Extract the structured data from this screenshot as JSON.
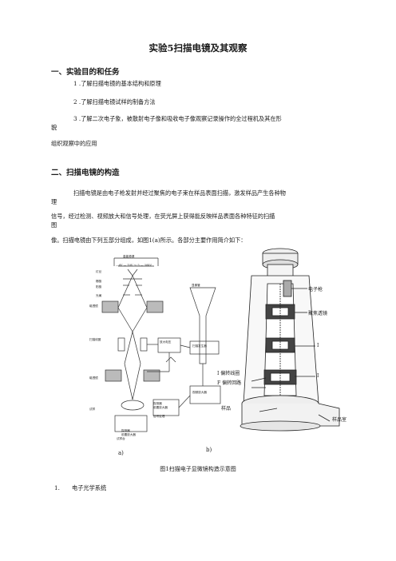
{
  "doc": {
    "title": "实验5扫描电镜及其观察",
    "section1": {
      "heading": "一、实验目的和任务",
      "items": [
        "1 .了解扫描电镜的基本结构和原理",
        "2 .了解扫描电镜试样的制备方法",
        "3 .了解二次电子象，被散射电子像和吸收电子像观察记录操作的全过程机及其在形",
        "貌",
        "组织观察中的应用"
      ]
    },
    "section2": {
      "heading": "二、扫描电镜的构造",
      "para_lines": [
        "扫描电镜是由电子枪发射并经过聚焦的电子束在样品表面扫描，激发样品产生各种物",
        "理",
        "信号，经过检测、视频放大和信号处理，在荧光屏上获得能反映样品表面各种特征的扫描",
        "图",
        "像。扫描电镜由下列五部分组成，如图1(a)所示。各部分主要作用简介如下："
      ]
    },
    "figure": {
      "left_labels": {
        "top_power": "高能源源",
        "voltage": "—6V — 10V ～ 5 — 30kV",
        "filament": "灯丝",
        "grid": "栅极",
        "anode": "阳极",
        "aperture": "光阑",
        "lens1": "磁透镜",
        "scan_coil": "扫描线圈",
        "lens2": "磁透镜",
        "sample": "试样",
        "amp1": "放大电压",
        "scan_gen": "扫描发生器",
        "crt": "显像管",
        "detector": "探测器",
        "preamp": "前置放大器",
        "video_amp": "视频放大器",
        "signal_proc": "信号处理",
        "detector2": "探测器",
        "preamp2": "前置放大器",
        "ped": "试样台"
      },
      "right_labels": {
        "gun": "电子枪",
        "lens": "聚焦透镜",
        "roman1": "I",
        "roman2": "I",
        "coil": "I 偏转线圈",
        "deflect": "F 偏转回路",
        "sample_label": "样品",
        "chamber": "样品室"
      },
      "sub_a": "a)",
      "sub_b": "b)",
      "caption": "图1扫描电子显微镜构造示意图"
    },
    "list_item": {
      "num": "1.",
      "text": "电子光学系统"
    }
  }
}
